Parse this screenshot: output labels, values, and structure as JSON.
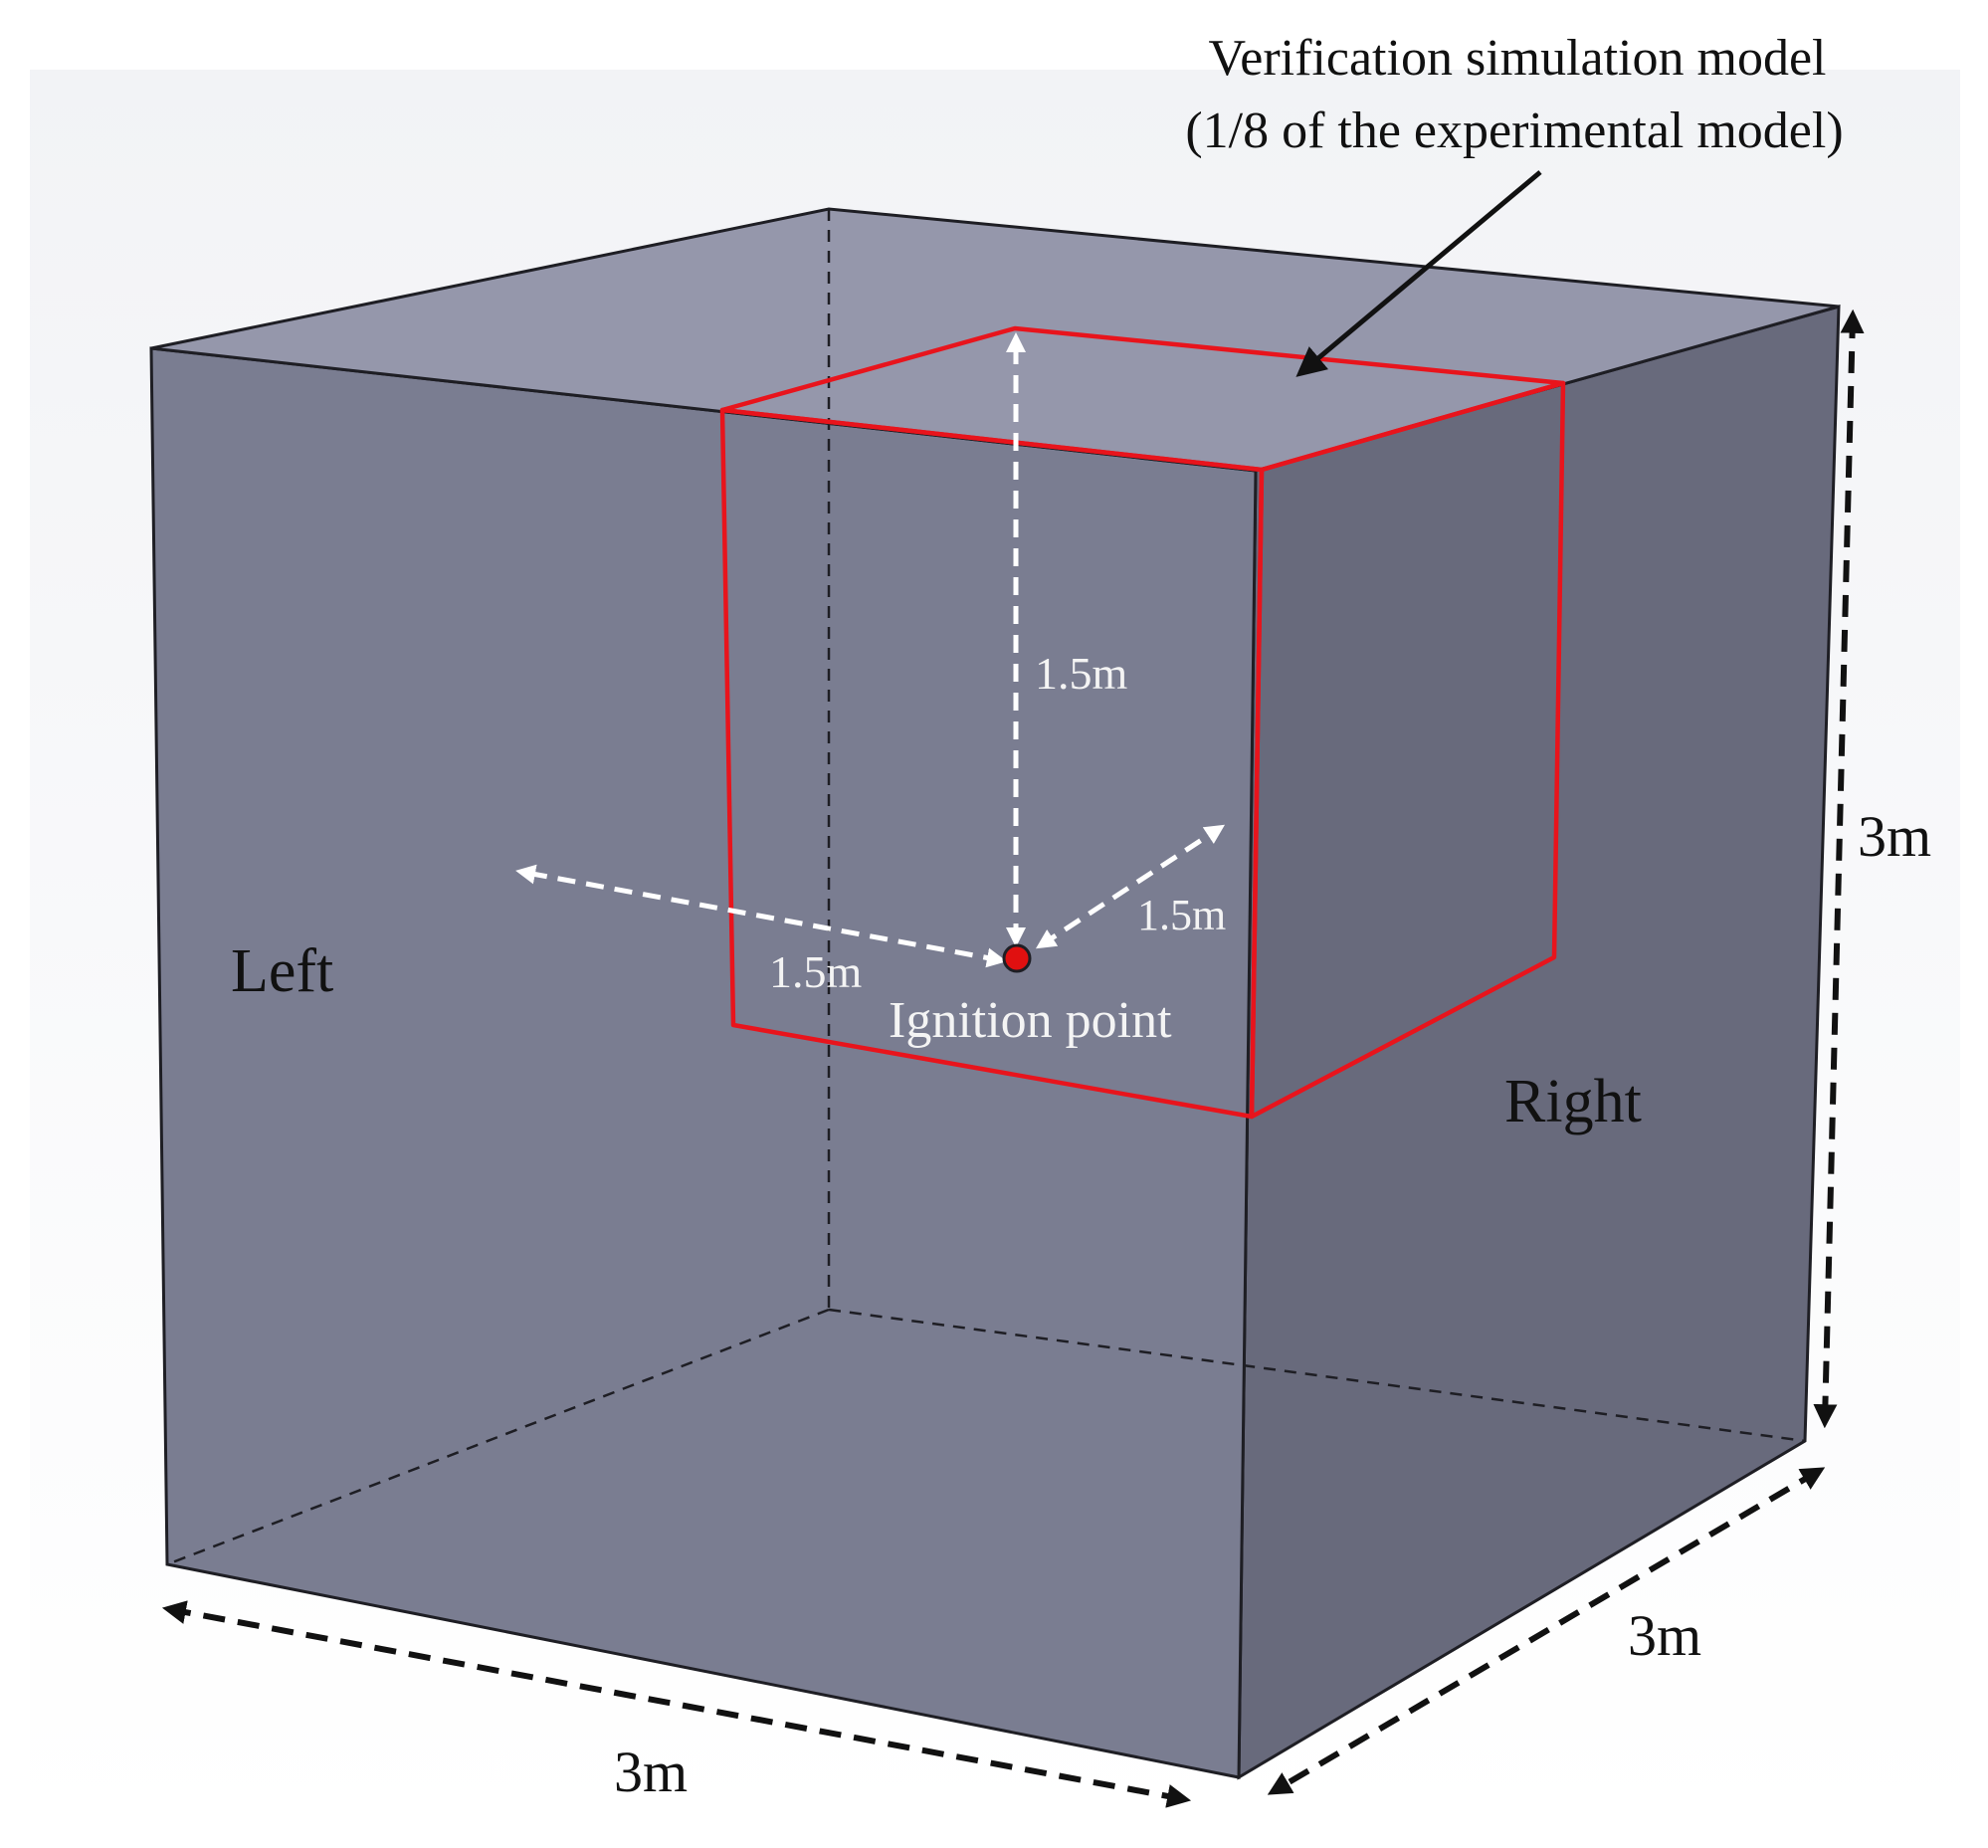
{
  "annotation": {
    "line1": "Verification simulation model",
    "line2": "(1/8 of the experimental model)"
  },
  "faces": {
    "left": "Left",
    "right": "Right"
  },
  "dimensions": {
    "height": "3m",
    "depth": "3m",
    "width": "3m"
  },
  "ignition": {
    "label": "Ignition point",
    "dist_up": "1.5m",
    "dist_left": "1.5m",
    "dist_back": "1.5m"
  },
  "colors": {
    "front_face": "#7a7d91",
    "right_face": "#686a7c",
    "top_face": "#9597ab",
    "edge": "#1e1e24",
    "sub_box": "#e8141c",
    "ignition_dot": "#e01010",
    "white_arrows": "#ffffff",
    "dim_arrows": "#111111"
  }
}
